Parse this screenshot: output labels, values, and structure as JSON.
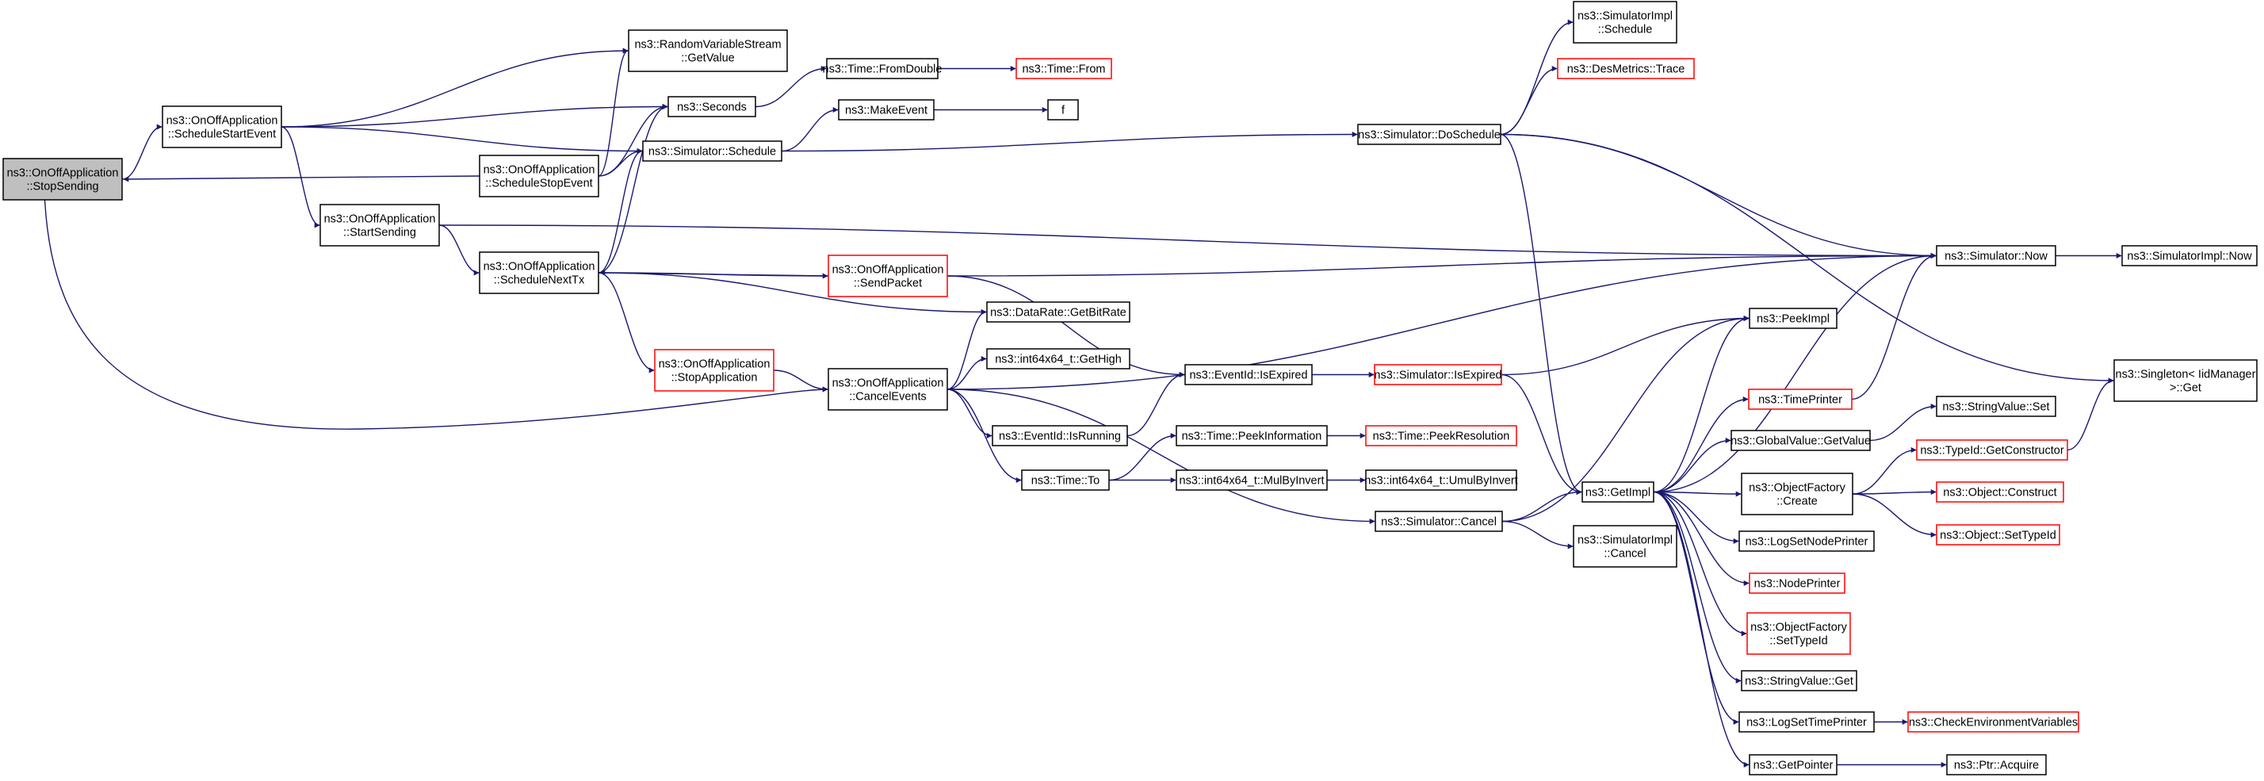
{
  "colors": {
    "edge": "#191970",
    "node_border": "#000000",
    "node_border_truncated": "#ff0000",
    "focus_fill": "#bfbfbf",
    "node_fill": "#ffffff"
  },
  "graph": {
    "nodes": [
      {
        "id": "stopsending",
        "lines": [
          "ns3::OnOffApplication",
          "::StopSending"
        ],
        "style": "focus"
      },
      {
        "id": "schedulestartevent",
        "lines": [
          "ns3::OnOffApplication",
          "::ScheduleStartEvent"
        ],
        "style": "normal"
      },
      {
        "id": "startsending",
        "lines": [
          "ns3::OnOffApplication",
          "::StartSending"
        ],
        "style": "normal"
      },
      {
        "id": "rvs_getvalue",
        "lines": [
          "ns3::RandomVariableStream",
          "::GetValue"
        ],
        "style": "normal"
      },
      {
        "id": "seconds",
        "lines": [
          "ns3::Seconds"
        ],
        "style": "normal"
      },
      {
        "id": "schedulestopevent",
        "lines": [
          "ns3::OnOffApplication",
          "::ScheduleStopEvent"
        ],
        "style": "normal"
      },
      {
        "id": "sim_schedule",
        "lines": [
          "ns3::Simulator::Schedule"
        ],
        "style": "normal"
      },
      {
        "id": "schedulenexttx",
        "lines": [
          "ns3::OnOffApplication",
          "::ScheduleNextTx"
        ],
        "style": "normal"
      },
      {
        "id": "time_fromdouble",
        "lines": [
          "ns3::Time::FromDouble"
        ],
        "style": "normal"
      },
      {
        "id": "time_from",
        "lines": [
          "ns3::Time::From"
        ],
        "style": "truncated"
      },
      {
        "id": "makeevent",
        "lines": [
          "ns3::MakeEvent"
        ],
        "style": "normal"
      },
      {
        "id": "f",
        "lines": [
          "f"
        ],
        "style": "normal"
      },
      {
        "id": "sendpacket",
        "lines": [
          "ns3::OnOffApplication",
          "::SendPacket"
        ],
        "style": "truncated"
      },
      {
        "id": "stopapplication",
        "lines": [
          "ns3::OnOffApplication",
          "::StopApplication"
        ],
        "style": "truncated"
      },
      {
        "id": "cancelevents",
        "lines": [
          "ns3::OnOffApplication",
          "::CancelEvents"
        ],
        "style": "normal"
      },
      {
        "id": "getbitrate",
        "lines": [
          "ns3::DataRate::GetBitRate"
        ],
        "style": "normal"
      },
      {
        "id": "gethigh",
        "lines": [
          "ns3::int64x64_t::GetHigh"
        ],
        "style": "normal"
      },
      {
        "id": "isrunning",
        "lines": [
          "ns3::EventId::IsRunning"
        ],
        "style": "normal"
      },
      {
        "id": "time_to",
        "lines": [
          "ns3::Time::To"
        ],
        "style": "normal"
      },
      {
        "id": "peekinformation",
        "lines": [
          "ns3::Time::PeekInformation"
        ],
        "style": "normal"
      },
      {
        "id": "peekresolution",
        "lines": [
          "ns3::Time::PeekResolution"
        ],
        "style": "truncated"
      },
      {
        "id": "mulbyinvert",
        "lines": [
          "ns3::int64x64_t::MulByInvert"
        ],
        "style": "normal"
      },
      {
        "id": "umulbyinvert",
        "lines": [
          "ns3::int64x64_t::UmulByInvert"
        ],
        "style": "normal"
      },
      {
        "id": "eventid_isexpired",
        "lines": [
          "ns3::EventId::IsExpired"
        ],
        "style": "normal"
      },
      {
        "id": "sim_isexpired",
        "lines": [
          "ns3::Simulator::IsExpired"
        ],
        "style": "truncated"
      },
      {
        "id": "sim_cancel",
        "lines": [
          "ns3::Simulator::Cancel"
        ],
        "style": "normal"
      },
      {
        "id": "simimpl_schedule",
        "lines": [
          "ns3::SimulatorImpl",
          "::Schedule"
        ],
        "style": "normal"
      },
      {
        "id": "desmetrics_trace",
        "lines": [
          "ns3::DesMetrics::Trace"
        ],
        "style": "truncated"
      },
      {
        "id": "doschedule",
        "lines": [
          "ns3::Simulator::DoSchedule"
        ],
        "style": "normal"
      },
      {
        "id": "sim_now",
        "lines": [
          "ns3::Simulator::Now"
        ],
        "style": "normal"
      },
      {
        "id": "simimpl_now",
        "lines": [
          "ns3::SimulatorImpl::Now"
        ],
        "style": "normal"
      },
      {
        "id": "peekimpl",
        "lines": [
          "ns3::PeekImpl"
        ],
        "style": "normal"
      },
      {
        "id": "getimpl",
        "lines": [
          "ns3::GetImpl"
        ],
        "style": "normal"
      },
      {
        "id": "simimpl_cancel",
        "lines": [
          "ns3::SimulatorImpl",
          "::Cancel"
        ],
        "style": "normal"
      },
      {
        "id": "singleton_get",
        "lines": [
          "ns3::Singleton< IidManager",
          " >::Get"
        ],
        "style": "normal"
      },
      {
        "id": "timeprinter",
        "lines": [
          "ns3::TimePrinter"
        ],
        "style": "truncated"
      },
      {
        "id": "stringvalue_set",
        "lines": [
          "ns3::StringValue::Set"
        ],
        "style": "normal"
      },
      {
        "id": "globalvalue_getvalue",
        "lines": [
          "ns3::GlobalValue::GetValue"
        ],
        "style": "normal"
      },
      {
        "id": "typeid_getconstructor",
        "lines": [
          "ns3::TypeId::GetConstructor"
        ],
        "style": "truncated"
      },
      {
        "id": "objectfactory_create",
        "lines": [
          "ns3::ObjectFactory",
          "::Create"
        ],
        "style": "normal"
      },
      {
        "id": "object_construct",
        "lines": [
          "ns3::Object::Construct"
        ],
        "style": "truncated"
      },
      {
        "id": "object_settypeid",
        "lines": [
          "ns3::Object::SetTypeId"
        ],
        "style": "truncated"
      },
      {
        "id": "logsetnodeprinter",
        "lines": [
          "ns3::LogSetNodePrinter"
        ],
        "style": "normal"
      },
      {
        "id": "nodeprinter",
        "lines": [
          "ns3::NodePrinter"
        ],
        "style": "truncated"
      },
      {
        "id": "objectfactory_settypeid",
        "lines": [
          "ns3::ObjectFactory",
          "::SetTypeId"
        ],
        "style": "truncated"
      },
      {
        "id": "stringvalue_get",
        "lines": [
          "ns3::StringValue::Get"
        ],
        "style": "normal"
      },
      {
        "id": "logsettimeprinter",
        "lines": [
          "ns3::LogSetTimePrinter"
        ],
        "style": "normal"
      },
      {
        "id": "checkenvvars",
        "lines": [
          "ns3::CheckEnvironmentVariables"
        ],
        "style": "truncated"
      },
      {
        "id": "getpointer",
        "lines": [
          "ns3::GetPointer"
        ],
        "style": "normal"
      },
      {
        "id": "ptr_acquire",
        "lines": [
          "ns3::Ptr::Acquire"
        ],
        "style": "normal"
      }
    ]
  }
}
